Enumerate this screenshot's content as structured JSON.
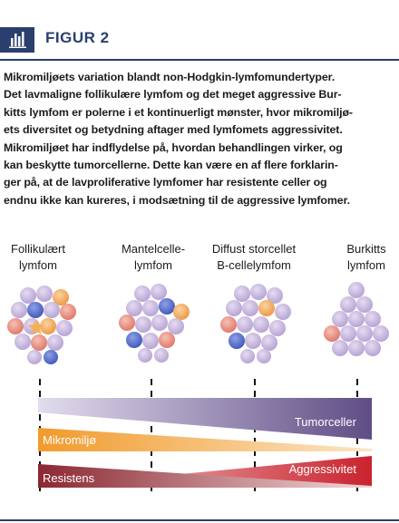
{
  "header": {
    "icon": "bar-chart-icon",
    "title": "FIGUR 2"
  },
  "caption_lines": [
    "Mikromiljøets variation blandt non-Hodgkin-lymfomundertyper.",
    "Det lavmaligne follikulære lymfom og det meget aggressive Bur-",
    "kitts lymfom er polerne i et kontinuerligt mønster, hvor mikromiljø-",
    "ets diversitet og betydning aftager med lymfomets aggressivitet.",
    "Mikromiljøet har indflydelse på, hvordan behandlingen virker, og",
    "kan beskytte tumorcellerne. Dette kan være en af flere forklarin-",
    "ger på, at de lavproliferative lymfomer har resistente celler og",
    "endnu ikke kan kureres, i modsætning til de aggressive lymfomer."
  ],
  "lymphoma_types": [
    {
      "line1": "Follikulært",
      "line2": "lymfom"
    },
    {
      "line1": "Mantelcelle-",
      "line2": "lymfom"
    },
    {
      "line1": "Diffust storcellet",
      "line2": "B-cellelymfom"
    },
    {
      "line1": "Burkitts",
      "line2": "lymfom"
    }
  ],
  "bands": {
    "tumorceller": "Tumorceller",
    "mikromiljo": "Mikromiljø",
    "aggressivitet": "Aggressivitet",
    "resistens": "Resistens"
  },
  "colors": {
    "header": "#2a3f6d",
    "tumor_band": "#6b5a8e",
    "micro_band": "#f0a23a",
    "aggressive_band": "#c8343c",
    "resist_band": "#8a2b35",
    "tumor_cell": "#c9b8e0",
    "b_cell": "#4f67c8",
    "t_cell": "#e88a7a",
    "stroma_cell": "#f0a050"
  }
}
